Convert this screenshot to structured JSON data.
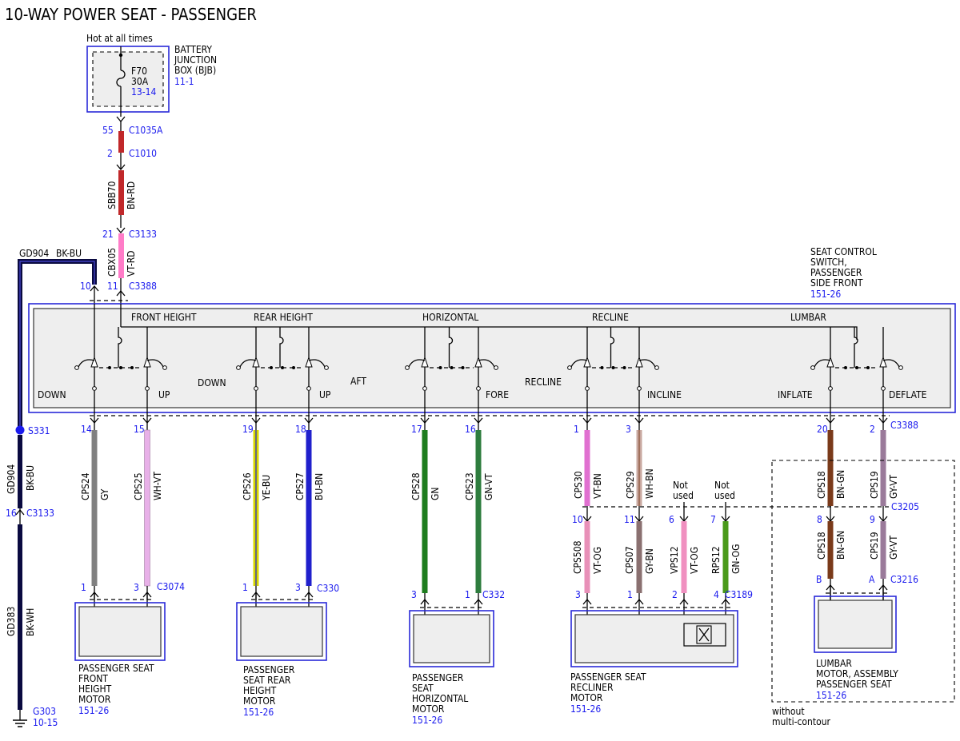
{
  "title": "10-WAY POWER SEAT - PASSENGER",
  "supply": {
    "hot_text": "Hot at all times",
    "fuse_name": "F70",
    "fuse_rating": "30A",
    "fuse_ref": "13-14",
    "bjb_line1": "BATTERY",
    "bjb_line2": "JUNCTION",
    "bjb_line3": "BOX (BJB)",
    "bjb_ref": "11-1",
    "c1035a_pin": "55",
    "c1035a": "C1035A",
    "c1010_pin": "2",
    "c1010": "C1010",
    "sbb70": "SBB70",
    "sbb70_color": "BN-RD",
    "c3133_pin": "21",
    "c3133": "C3133",
    "cbx05": "CBX05",
    "cbx05_color": "VT-RD",
    "c3388_pin": "11",
    "c3388": "C3388",
    "gnd_pin": "10"
  },
  "ground": {
    "top_circuit": "GD904",
    "top_color": "BK-BU",
    "splice": "S331",
    "mid_circuit": "GD904",
    "mid_color": "BK-BU",
    "c3133_pin": "16",
    "c3133": "C3133",
    "low_circuit": "GD383",
    "low_color": "BK-WH",
    "g303": "G303",
    "g303_ref": "10-15"
  },
  "switch_module": {
    "line1": "SEAT CONTROL",
    "line2": "SWITCH,",
    "line3": "PASSENGER",
    "line4": "SIDE FRONT",
    "ref": "151-26",
    "sections": [
      "FRONT HEIGHT",
      "REAR HEIGHT",
      "HORIZONTAL",
      "RECLINE",
      "LUMBAR"
    ],
    "directions": [
      "DOWN",
      "UP",
      "DOWN",
      "UP",
      "AFT",
      "FORE",
      "RECLINE",
      "INCLINE",
      "INFLATE",
      "DEFLATE"
    ],
    "out_connector": "C3388"
  },
  "wires": [
    {
      "pin": "14",
      "circuit": "CPS24",
      "color": "GY",
      "end_pin": "1",
      "hex": "#808080"
    },
    {
      "pin": "15",
      "circuit": "CPS25",
      "color": "WH-VT",
      "end_pin": "3",
      "hex": "#e8b0e8"
    },
    {
      "pin": "19",
      "circuit": "CPS26",
      "color": "YE-BU",
      "end_pin": "1",
      "hex": "#d8d800"
    },
    {
      "pin": "18",
      "circuit": "CPS27",
      "color": "BU-BN",
      "end_pin": "3",
      "hex": "#2020cc"
    },
    {
      "pin": "17",
      "circuit": "CPS28",
      "color": "GN",
      "end_pin": "3",
      "hex": "#1e7d1e"
    },
    {
      "pin": "16",
      "circuit": "CPS23",
      "color": "GN-VT",
      "end_pin": "1",
      "hex": "#2e7d3e"
    },
    {
      "pin": "1",
      "circuit": "CPS30",
      "color": "VT-BN",
      "hex": "#e070d0"
    },
    {
      "pin": "3",
      "circuit": "CPS29",
      "color": "WH-BN",
      "hex": "#c8a8a0"
    },
    {
      "pin": "20",
      "circuit": "CPS18",
      "color": "BN-GN",
      "hex": "#7a3a1a"
    },
    {
      "pin": "2",
      "circuit": "CPS19",
      "color": "GY-VT",
      "hex": "#9a7a9a"
    }
  ],
  "recliner_wires": [
    {
      "pin": "10",
      "circuit": "CPS508",
      "color": "VT-OG",
      "end_pin": "3",
      "hex": "#e890b8"
    },
    {
      "pin": "11",
      "circuit": "CPS07",
      "color": "GY-BN",
      "end_pin": "1",
      "hex": "#8a7070"
    },
    {
      "pin": "6",
      "circuit": "VPS12",
      "color": "VT-OG",
      "end_pin": "2",
      "hex": "#f090c0"
    },
    {
      "pin": "7",
      "circuit": "RPS12",
      "color": "GN-OG",
      "end_pin": "4",
      "hex": "#4a9a1a"
    }
  ],
  "lumbar_wires": [
    {
      "pin": "8",
      "circuit": "CPS18",
      "color": "BN-GN",
      "end_pin": "B",
      "hex": "#7a3a1a"
    },
    {
      "pin": "9",
      "circuit": "CPS19",
      "color": "GY-VT",
      "end_pin": "A",
      "hex": "#9a7a9a"
    }
  ],
  "not_used": [
    "Not",
    "used"
  ],
  "connectors": {
    "c3074": "C3074",
    "c330": "C330",
    "c332": "C332",
    "c3189": "C3189",
    "c3205": "C3205",
    "c3216": "C3216"
  },
  "motors": [
    {
      "lines": [
        "PASSENGER SEAT",
        "FRONT",
        "HEIGHT",
        "MOTOR"
      ],
      "ref": "151-26"
    },
    {
      "lines": [
        "PASSENGER",
        "SEAT REAR",
        "HEIGHT",
        "MOTOR"
      ],
      "ref": "151-26"
    },
    {
      "lines": [
        "PASSENGER",
        "SEAT",
        "HORIZONTAL",
        "MOTOR"
      ],
      "ref": "151-26"
    },
    {
      "lines": [
        "PASSENGER SEAT",
        "RECLINER",
        "MOTOR"
      ],
      "ref": "151-26"
    },
    {
      "lines": [
        "LUMBAR",
        "MOTOR, ASSEMBLY",
        "PASSENGER SEAT"
      ],
      "ref": "151-26"
    }
  ],
  "without": [
    "without",
    "multi-contour"
  ],
  "colors": {
    "connector_blue": "#1a1aee",
    "frame_blue": "#2a2ad8",
    "battery_feed": "#c0282a",
    "ground_wire": "#0a0a40"
  }
}
